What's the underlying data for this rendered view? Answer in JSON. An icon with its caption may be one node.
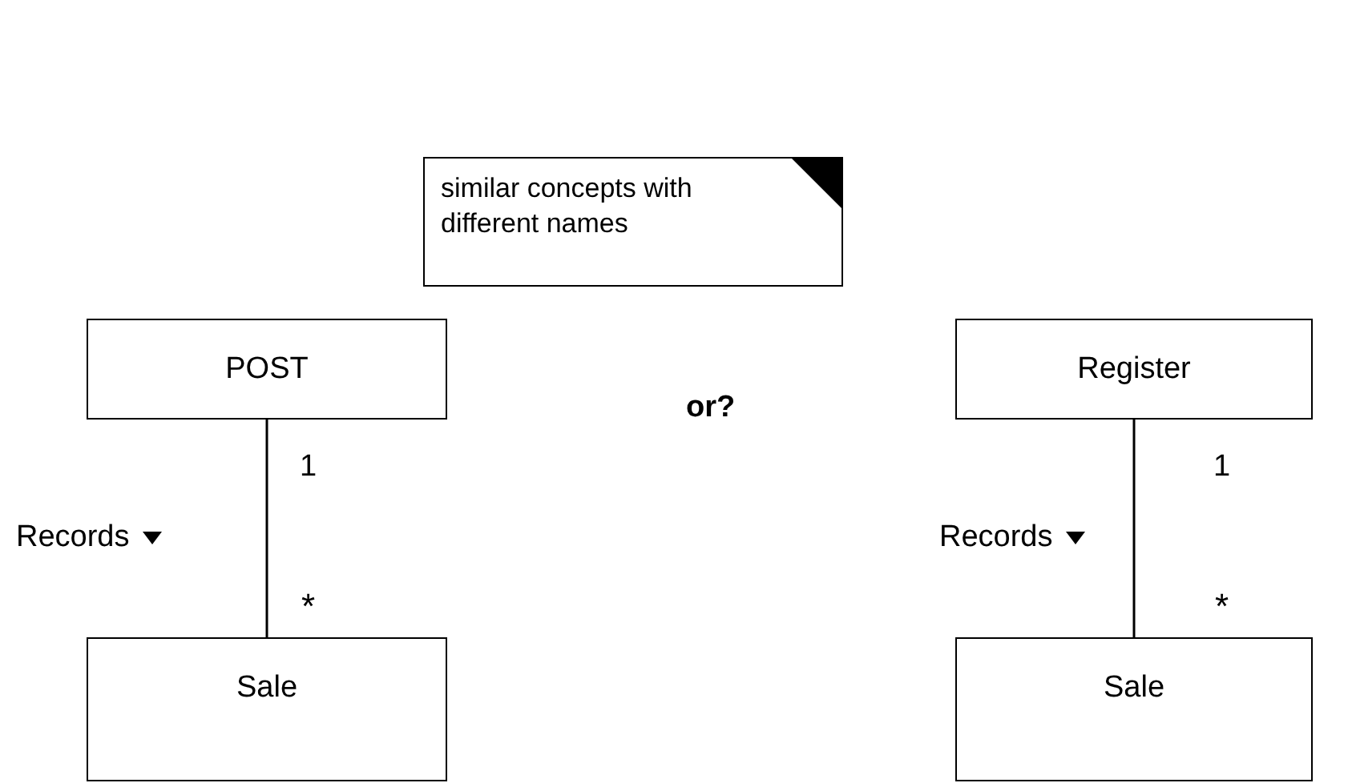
{
  "diagram": {
    "nodes": [
      {
        "text": [
          "similar concepts with different names"
        ]
      },
      {
        "text": [
          "POST"
        ]
      },
      {
        "text": [
          "Register"
        ]
      },
      {
        "text": [
          "Sale"
        ]
      },
      {
        "text": [
          "Sale"
        ]
      }
    ],
    "edges": [
      {
        "from": 1,
        "to": 3,
        "arrow": "none",
        "label": "Records"
      },
      {
        "from": 2,
        "to": 4,
        "arrow": "none",
        "label": "Records"
      }
    ],
    "labels": [
      "or?",
      "1",
      "1",
      "*",
      "*"
    ]
  }
}
